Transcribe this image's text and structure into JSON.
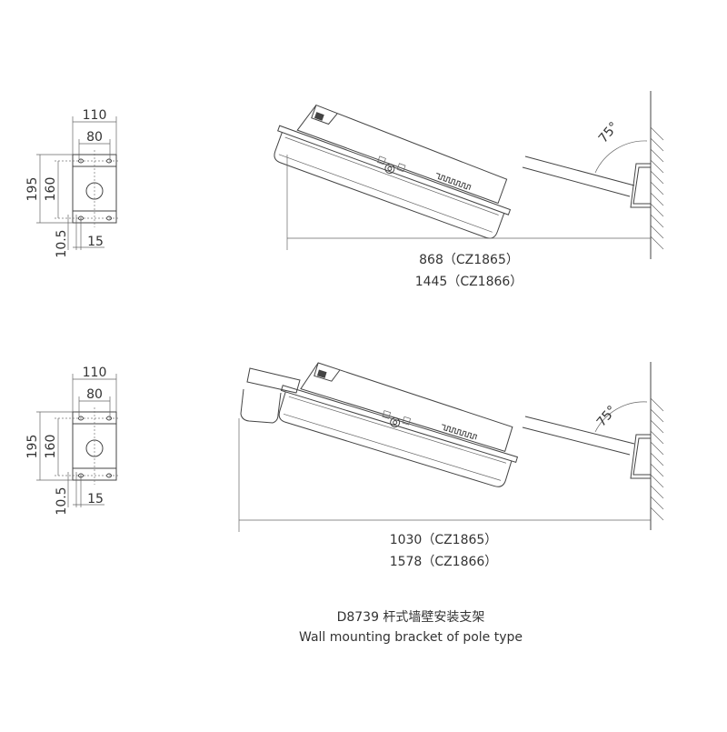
{
  "plate_dims": {
    "width": "110",
    "hole_spacing_h": "80",
    "height": "195",
    "hole_spacing_v": "160",
    "hole_offset": "10.5",
    "edge_offset": "15"
  },
  "views": [
    {
      "angle": "75°",
      "dim_line1": "868（CZ1865）",
      "dim_line2": "1445（CZ1866）"
    },
    {
      "angle": "75°",
      "dim_line1": "1030（CZ1865）",
      "dim_line2": "1578（CZ1866）"
    }
  ],
  "caption": {
    "zh": "D8739 杆式墙壁安装支架",
    "en": "Wall mounting bracket of pole type"
  }
}
